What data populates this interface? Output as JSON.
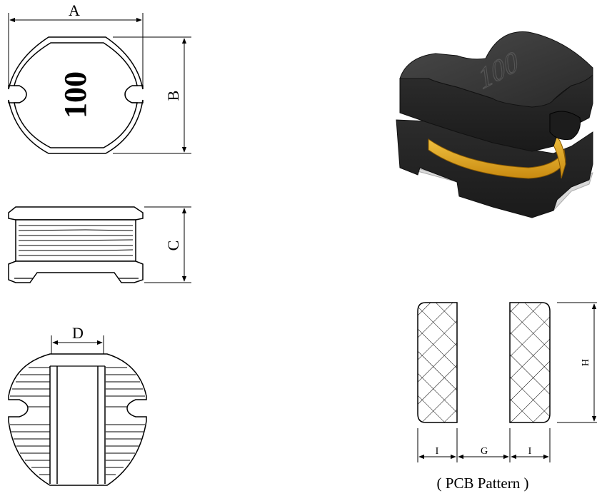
{
  "labels": {
    "dim_a": "A",
    "dim_b": "B",
    "dim_c": "C",
    "dim_d": "D",
    "dim_h": "H",
    "dim_i_left": "I",
    "dim_g": "G",
    "dim_i_right": "I",
    "marking_top": "100",
    "marking_3d": "100",
    "pcb_caption": "( PCB Pattern )"
  },
  "colors": {
    "line": "#000000",
    "body_dark": "#3a3a3a",
    "winding": "#e0a21a",
    "base_light": "#d8d8d8"
  }
}
